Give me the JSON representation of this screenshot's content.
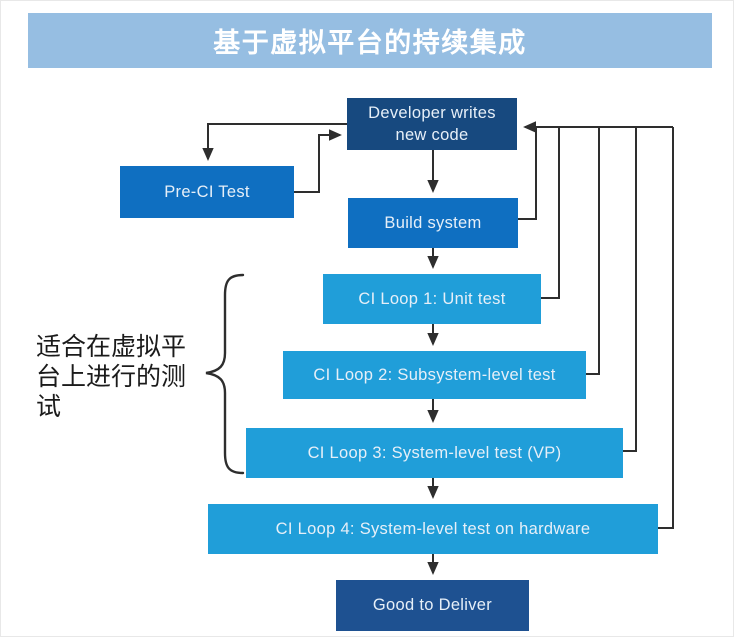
{
  "title": {
    "text": "基于虚拟平台的持续集成"
  },
  "nodes": {
    "developer": {
      "label": "Developer writes new code"
    },
    "pre_ci": {
      "label": "Pre-CI Test"
    },
    "build": {
      "label": "Build system"
    },
    "ci_loop_1": {
      "label": "CI Loop 1: Unit test"
    },
    "ci_loop_2": {
      "label": "CI Loop 2: Subsystem-level test"
    },
    "ci_loop_3": {
      "label": "CI Loop 3: System-level test (VP)"
    },
    "ci_loop_4": {
      "label": "CI Loop 4: System-level test on hardware"
    },
    "good_to_deliver": {
      "label": "Good to Deliver"
    }
  },
  "side_label": {
    "lines": [
      "适合在虚拟平",
      "台上进行的测",
      "试"
    ]
  },
  "colors": {
    "title_bar_bg": "#96BEE2",
    "developer_box": "#17497F",
    "deliver_box": "#1E5191",
    "medium_box": "#0F6FC1",
    "light_box": "#209ED9",
    "box_text": "#E6EFF8",
    "side_text": "#1b1b1b",
    "line": "#2e2e2e"
  }
}
